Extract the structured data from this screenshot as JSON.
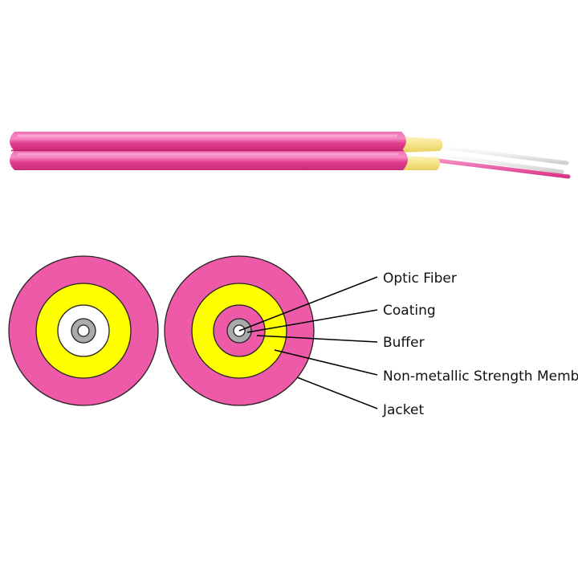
{
  "labels": {
    "optic_fiber": "Optic Fiber",
    "coating": "Coating",
    "buffer": "Buffer",
    "strength_member": "Non-metallic Strength Memb",
    "jacket": "Jacket"
  },
  "colors": {
    "jacket": "#ee5aa8",
    "strength_member": "#ffff00",
    "buffer_left": "#ffffff",
    "buffer_right": "#ee5aa8",
    "coating": "#aaaaaa",
    "fiber": "#ffffff",
    "outline": "#222222",
    "leader_line": "#000000",
    "cable_jacket": "#e83e8c",
    "cable_yarn": "#f7e79a",
    "fiber_white": "#f2f2f2"
  }
}
